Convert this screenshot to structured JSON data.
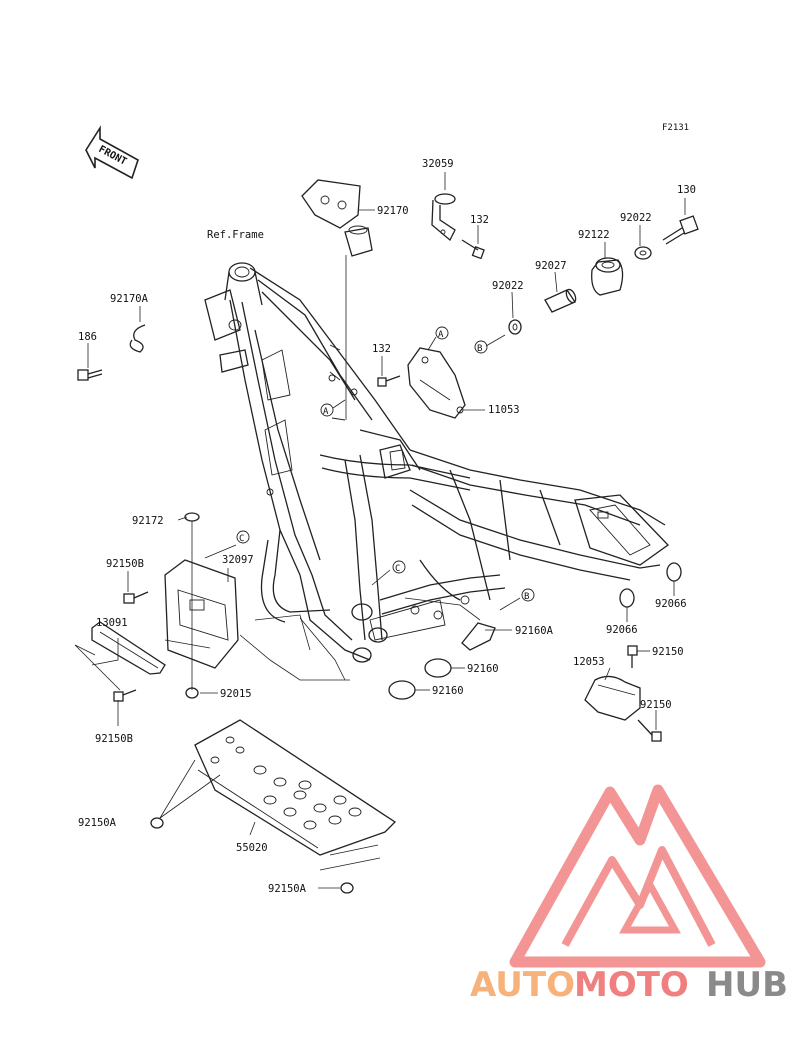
{
  "diagram": {
    "figure_code": "F2131",
    "front_marker": "FRONT",
    "ref_frame": "Ref.Frame",
    "parts": {
      "p32059": "32059",
      "p92170": "92170",
      "p132_top": "132",
      "p130": "130",
      "p92022_a": "92022",
      "p92122": "92122",
      "p92027": "92027",
      "p92022_b": "92022",
      "p92170A": "92170A",
      "p186": "186",
      "p132_mid": "132",
      "p11053": "11053",
      "p92172": "92172",
      "p32097": "32097",
      "p92150B_top": "92150B",
      "p13091": "13091",
      "p92150B_bot": "92150B",
      "p92015": "92015",
      "p92160A": "92160A",
      "p92160_a": "92160",
      "p92160_b": "92160",
      "p92066_a": "92066",
      "p92066_b": "92066",
      "p12053": "12053",
      "p92150_a": "92150",
      "p92150_b": "92150",
      "p92150A_a": "92150A",
      "p55020": "55020",
      "p92150A_b": "92150A"
    },
    "refs": {
      "A": "A",
      "B": "B",
      "C": "C"
    }
  },
  "watermark": {
    "text_auto": "AUTO",
    "text_moto": "MOTO",
    "text_hub": "HUB",
    "color_auto": "#f6b27a",
    "color_moto": "#f08080",
    "color_hub": "#8a8a8a",
    "logo_color": "#f28a8a"
  }
}
